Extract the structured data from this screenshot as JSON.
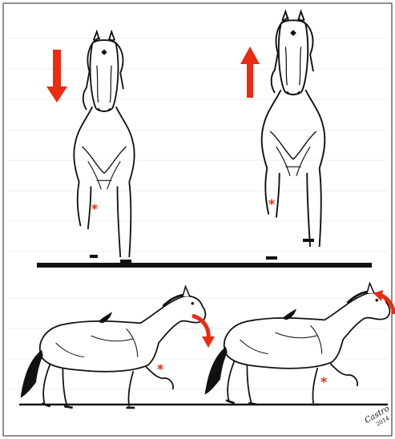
{
  "figure": {
    "panels": [
      {
        "id": "front-left",
        "view": "front",
        "arrow": "down",
        "marker": "asterisk"
      },
      {
        "id": "front-right",
        "view": "front",
        "arrow": "up",
        "marker": "asterisk"
      },
      {
        "id": "side-left",
        "view": "side",
        "arrow": "curved-down",
        "marker": "asterisk"
      },
      {
        "id": "side-right",
        "view": "side",
        "arrow": "curved-up",
        "marker": "asterisk"
      }
    ],
    "signature": {
      "line1": "Castro",
      "line2": "2014"
    }
  },
  "colors": {
    "accent": "#ee2a12",
    "ink": "#111111",
    "paper": "#ffffff",
    "ruled": "#ececec"
  }
}
